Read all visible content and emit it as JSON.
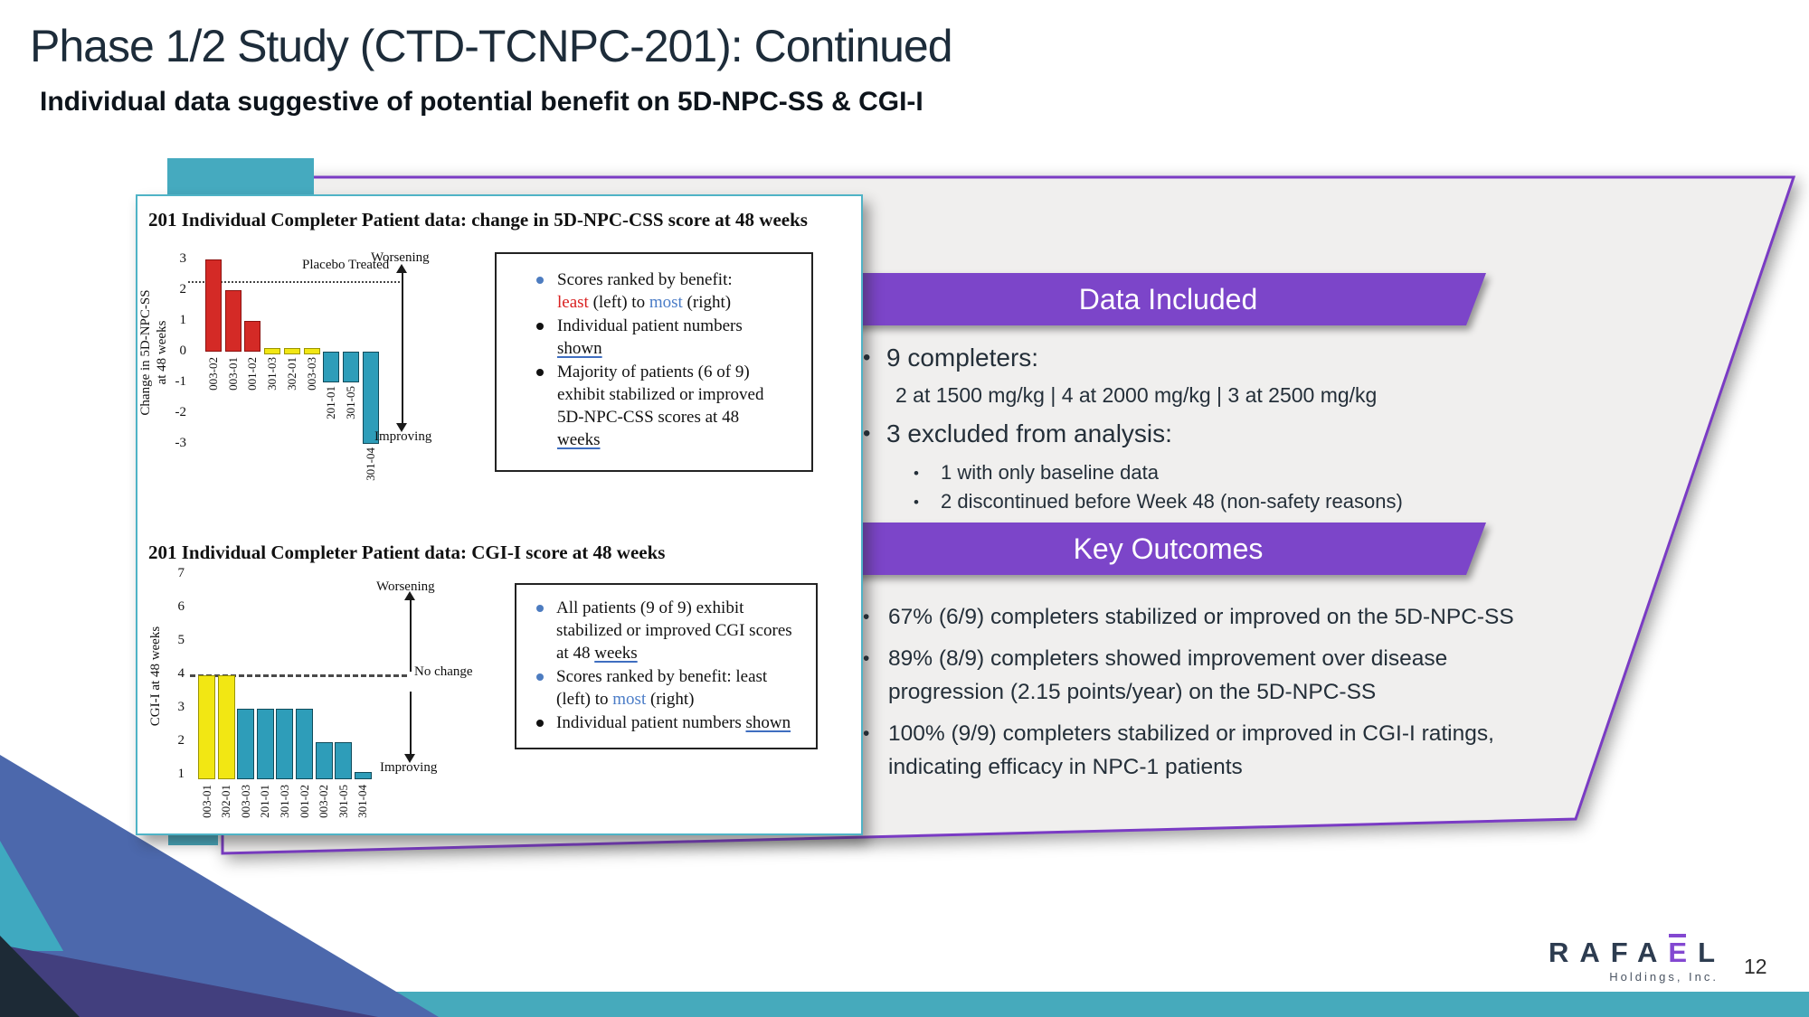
{
  "slide": {
    "title": "Phase 1/2 Study (CTD-TCNPC-201): Continued",
    "subtitle": "Individual data suggestive of potential benefit on 5D-NPC-SS & CGI-I",
    "page_number": "12",
    "logo": {
      "brand": "RAFAEL",
      "sub": "Holdings, Inc."
    }
  },
  "colors": {
    "accent_teal": "#46aabc",
    "banner_purple": "#7c45c9",
    "panel_border_purple": "#7a3bc4",
    "bar_red": "#d42a26",
    "bar_yellow": "#f2e713",
    "bar_teal": "#2e9db9",
    "slate_triangle": "#4c68ac",
    "teal_triangle": "#3fa9c0",
    "indigo_triangle": "#423f7e",
    "navy_triangle": "#1d2a36",
    "title_text": "#1d2c3a",
    "body_text": "#242f39",
    "logo_purple": "#8348d1"
  },
  "chart_data": [
    {
      "type": "bar",
      "title": "201 Individual Completer Patient data: change in 5D-NPC-CSS score at 48 weeks",
      "ylabel": "Change in 5D-NPC-SS\nat 48 weeks",
      "xlabel": "",
      "ylim": [
        -3,
        3
      ],
      "yticks": [
        3,
        2,
        1,
        0,
        -1,
        -2,
        -3
      ],
      "categories": [
        "003-02",
        "003-01",
        "001-02",
        "301-03",
        "302-01",
        "003-03",
        "201-01",
        "301-05",
        "301-04"
      ],
      "values": [
        3,
        2,
        1,
        0.07,
        0.07,
        0.07,
        -1,
        -1,
        -3
      ],
      "colors": [
        "red",
        "red",
        "red",
        "yellow",
        "yellow",
        "yellow",
        "teal",
        "teal",
        "teal"
      ],
      "reference_line": {
        "value": 2.3,
        "label": "Placebo Treated",
        "style": "dotted"
      },
      "annotations": {
        "top": "Worsening",
        "bottom": "Improving"
      },
      "grid": false,
      "legend": "none"
    },
    {
      "type": "bar",
      "title": "201 Individual Completer Patient data: CGI-I score at 48 weeks",
      "ylabel": "CGI-I at 48 weeks",
      "xlabel": "",
      "ylim": [
        1,
        7
      ],
      "yticks": [
        7,
        6,
        5,
        4,
        3,
        2,
        1
      ],
      "categories": [
        "003-01",
        "302-01",
        "003-03",
        "201-01",
        "301-03",
        "001-02",
        "003-02",
        "301-05",
        "301-04"
      ],
      "values": [
        4,
        4,
        3,
        3,
        3,
        3,
        2,
        2,
        1.1
      ],
      "colors": [
        "yellow",
        "yellow",
        "teal",
        "teal",
        "teal",
        "teal",
        "teal",
        "teal",
        "teal"
      ],
      "reference_line": {
        "value": 4,
        "label": "No change",
        "style": "dashed"
      },
      "annotations": {
        "top": "Worsening",
        "bottom": "Improving"
      },
      "grid": false,
      "legend": "none"
    }
  ],
  "chart_notes": [
    {
      "bullets": [
        {
          "marker": "blue",
          "segments": [
            {
              "t": "Scores ranked by benefit:"
            },
            {
              "br": true
            },
            {
              "t": "least",
              "s": "red"
            },
            {
              "t": " (left) to "
            },
            {
              "t": "most",
              "s": "blue"
            },
            {
              "t": " (right)"
            }
          ]
        },
        {
          "marker": "black",
          "segments": [
            {
              "t": "Individual patient numbers"
            },
            {
              "br": true
            },
            {
              "t": "shown",
              "s": "u"
            }
          ]
        },
        {
          "marker": "black",
          "segments": [
            {
              "t": "Majority of patients (6 of 9)"
            },
            {
              "br": true
            },
            {
              "t": "exhibit stabilized or improved"
            },
            {
              "br": true
            },
            {
              "t": "5D-NPC-CSS scores at 48"
            },
            {
              "br": true
            },
            {
              "t": "weeks",
              "s": "u"
            }
          ]
        }
      ]
    },
    {
      "bullets": [
        {
          "marker": "blue",
          "segments": [
            {
              "t": "All patients (9 of 9) exhibit"
            },
            {
              "br": true
            },
            {
              "t": "stabilized or improved CGI scores"
            },
            {
              "br": true
            },
            {
              "t": "at 48 "
            },
            {
              "t": "weeks",
              "s": "u"
            }
          ]
        },
        {
          "marker": "blue",
          "segments": [
            {
              "t": "Scores ranked by benefit: least"
            },
            {
              "br": true
            },
            {
              "t": "(left) to "
            },
            {
              "t": "most",
              "s": "blue"
            },
            {
              "t": " (right)"
            }
          ]
        },
        {
          "marker": "black",
          "segments": [
            {
              "t": "Individual patient numbers "
            },
            {
              "t": "shown",
              "s": "u"
            }
          ]
        }
      ]
    }
  ],
  "right_column": {
    "data_included": {
      "title": "Data Included",
      "bullets": [
        {
          "type": "main",
          "text": "9 completers:"
        },
        {
          "type": "indent",
          "text": "2 at 1500 mg/kg  |  4 at 2000 mg/kg  |  3 at 2500 mg/kg"
        },
        {
          "type": "main",
          "text": "3 excluded from analysis:"
        },
        {
          "type": "sub",
          "text": "1 with only baseline data"
        },
        {
          "type": "sub",
          "text": "2 discontinued before Week 48 (non-safety reasons)"
        }
      ]
    },
    "key_outcomes": {
      "title": "Key Outcomes",
      "bullets": [
        [
          "67% (6/9) completers stabilized or improved on the 5D-NPC-SS"
        ],
        [
          "89% (8/9) completers showed improvement over disease",
          "progression (2.15 points/year) on the 5D-NPC-SS"
        ],
        [
          "100% (9/9) completers stabilized or improved in CGI-I ratings,",
          "indicating efficacy in NPC-1 patients"
        ]
      ]
    }
  }
}
